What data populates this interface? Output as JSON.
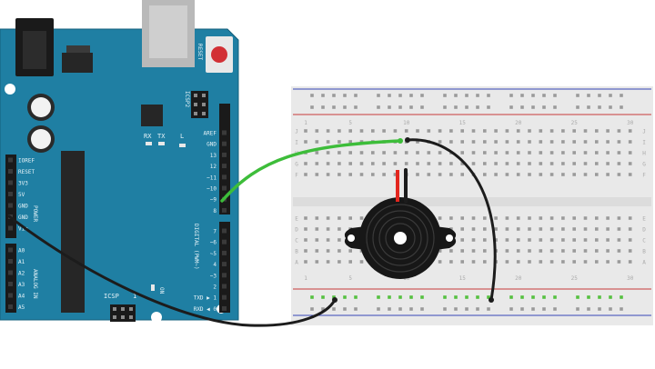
{
  "colors": {
    "board": "#1f7fa3",
    "board_edge": "#15607c",
    "board_text": "#e6f3f8",
    "header": "#1a1a1a",
    "pin_hole": "#3a3a3a",
    "breadboard": "#e9e9e9",
    "breadboard_hole": "#9a9a9a",
    "rail_red": "#c63a3a",
    "rail_blue": "#3848b8",
    "rail_green_hole": "#55c040",
    "wire_green": "#3dbd3a",
    "wire_black": "#1c1c1c",
    "wire_red": "#e3261e",
    "buzzer": "#171717",
    "reset_button": "#d23035",
    "usb": "#b9b9b9"
  },
  "arduino": {
    "reset_label": "RESET",
    "icsp2_label": "ICSP2",
    "icsp_label": "ICSP",
    "icsp_num": "1",
    "tx_label": "TX",
    "rx_label": "RX",
    "l_label": "L",
    "on_label": "ON",
    "power_label": "POWER",
    "analog_label": "ANALOG IN",
    "digital_label": "DIGITAL (PWM~)",
    "power_pins": [
      "IOREF",
      "RESET",
      "3V3",
      "5V",
      "GND",
      "GND",
      "Vin"
    ],
    "analog_pins": [
      "A0",
      "A1",
      "A2",
      "A3",
      "A4",
      "A5"
    ],
    "digital_top_pins": [
      "AREF",
      "GND",
      "13",
      "12",
      "~11",
      "~10",
      "~9",
      "8"
    ],
    "digital_bottom_pins": [
      "7",
      "~6",
      "~5",
      "4",
      "~3",
      "2",
      "TXD ▶ 1",
      "RXD ◀ 0"
    ]
  },
  "breadboard": {
    "row_letters_top": [
      "J",
      "I",
      "H",
      "G",
      "F"
    ],
    "row_letters_bottom": [
      "E",
      "D",
      "C",
      "B",
      "A"
    ],
    "column_numbers": [
      "1",
      "5",
      "10",
      "15",
      "20",
      "25",
      "30"
    ]
  },
  "components": {
    "buzzer_icon": "piezo-buzzer-icon"
  }
}
